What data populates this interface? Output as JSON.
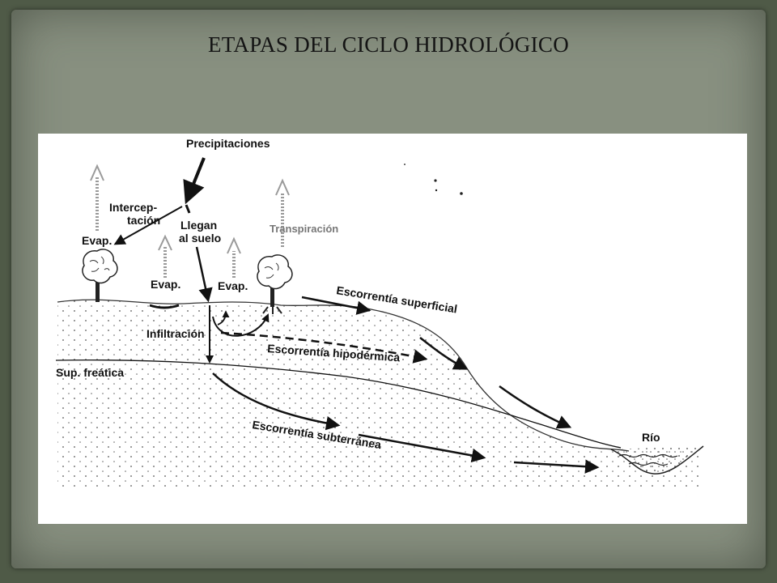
{
  "slide": {
    "title": "ETAPAS DEL CICLO HIDROLÓGICO"
  },
  "diagram": {
    "labels": {
      "precipitaciones": "Precipitaciones",
      "intercepcion_line1": "Intercep-",
      "intercepcion_line2": "tación",
      "evap_tree": "Evap.",
      "llegan_line1": "Llegan",
      "llegan_line2": "al suelo",
      "evap_ground_left": "Evap.",
      "evap_ground_right": "Evap.",
      "transpiracion": "Transpiración",
      "infiltracion": "Infiltración",
      "escorrentia_superficial": "Escorrentía superficial",
      "escorrentia_hipodermica": "Escorrentía hipodérmica",
      "sup_freatica": "Sup. freática",
      "escorrentia_subterranea": "Escorrentía subterránea",
      "rio": "Río"
    },
    "colors": {
      "page_background": "#4f5a47",
      "frame": "#889080",
      "panel": "#ffffff",
      "ink": "#111111",
      "faint_arrow": "#9a9a9a"
    }
  }
}
